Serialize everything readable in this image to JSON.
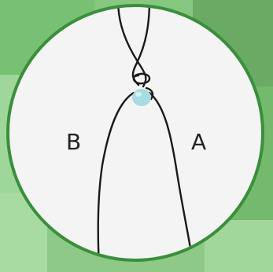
{
  "labels": {
    "left_strand": "B",
    "right_strand": "A"
  },
  "colors": {
    "circle_border": "#3a8f3a",
    "circle_fill": "#f4f4f4",
    "cord": "#1a1a1a",
    "bead": "#a9dbe3",
    "background_tiles": "#7cbf77"
  },
  "icons": {
    "bead": "bead-icon",
    "cord": "cord-illustration"
  }
}
